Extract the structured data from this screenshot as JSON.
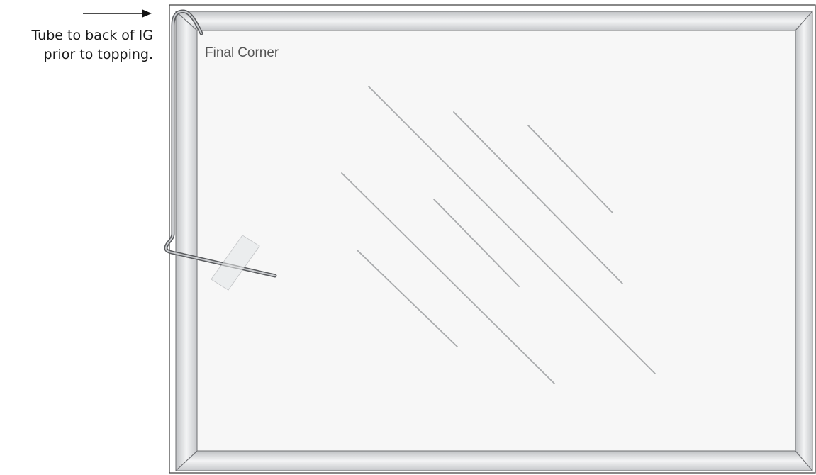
{
  "callout": {
    "line1": "Tube to back of IG",
    "line2": "prior to topping."
  },
  "corner_label": {
    "word1": "Final",
    "word2": "Corner"
  },
  "colors": {
    "frame_face": "#d7d9dc",
    "frame_highlight": "#f3f4f5",
    "frame_edge": "#6d6f72",
    "glass": "#f7f7f7",
    "glare": "#a9abad",
    "tube": "#6f7174",
    "tape": "#e4e6e8",
    "arrow": "#111111",
    "label": "#555555"
  },
  "icons": {
    "arrow": "right-arrow-icon",
    "tube": "breather-tube",
    "tape": "tape-strip"
  }
}
